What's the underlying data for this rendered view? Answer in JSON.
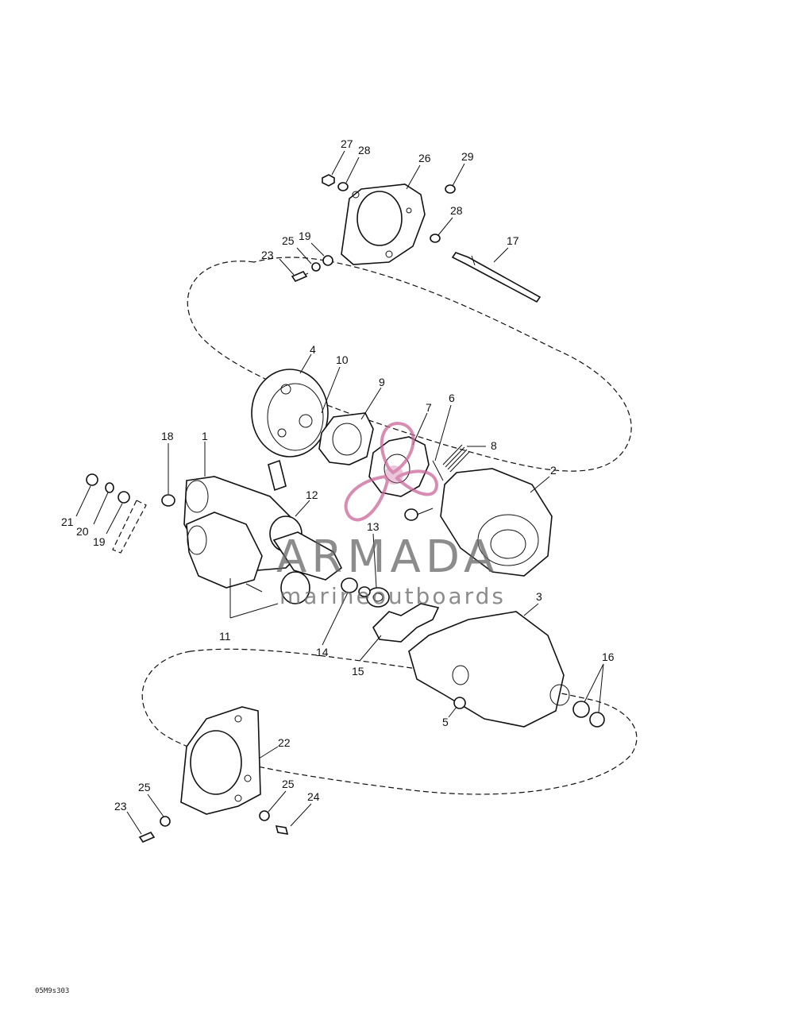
{
  "callouts": {
    "c1": "1",
    "c2": "2",
    "c3": "3",
    "c4": "4",
    "c5": "5",
    "c6": "6",
    "c7": "7",
    "c8": "8",
    "c9": "9",
    "c10": "10",
    "c11": "11",
    "c12": "12",
    "c13": "13",
    "c14": "14",
    "c15": "15",
    "c16": "16",
    "c17": "17",
    "c18": "18",
    "c19a": "19",
    "c19b": "19",
    "c20": "20",
    "c21": "21",
    "c22": "22",
    "c23a": "23",
    "c23b": "23",
    "c24": "24",
    "c25a": "25",
    "c25b": "25",
    "c25c": "25",
    "c26": "26",
    "c27": "27",
    "c28a": "28",
    "c28b": "28",
    "c29": "29"
  },
  "watermark": {
    "brand": "ARMADA",
    "tagline": "marineoutboards",
    "color": "#cc6699"
  },
  "figure_code": "05M9s303"
}
